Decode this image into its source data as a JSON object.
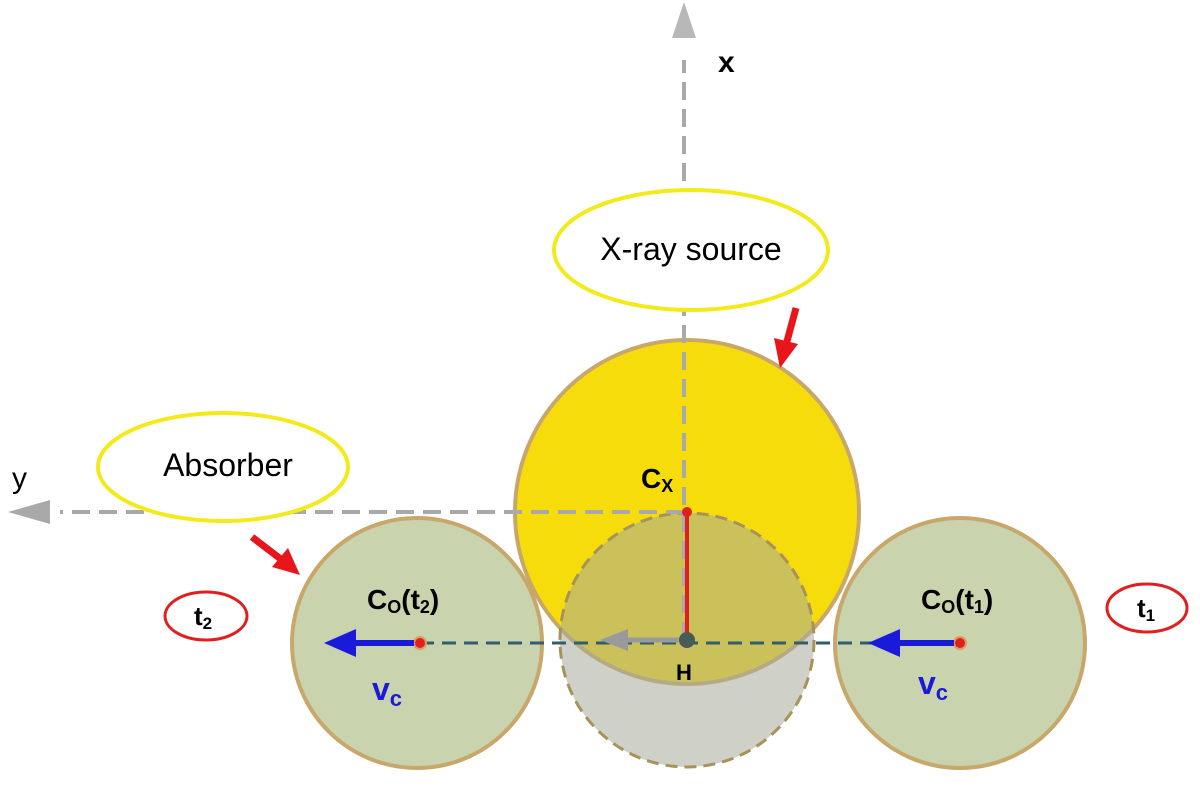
{
  "labels": {
    "x_axis": "x",
    "y_axis": "y",
    "xray_source": "X-ray source",
    "absorber": "Absorber",
    "cx_main": "C",
    "cx_sub": "X",
    "co_main": "C",
    "co_sub": "O",
    "t_main": "t",
    "t1_sub": "1",
    "t2_sub": "2",
    "h_point": "H",
    "vc_main": "v",
    "vc_sub": "c",
    "paren_open": "(",
    "paren_close": ")"
  },
  "colors": {
    "source_fill": "#f7dc0c",
    "source_stroke": "#c8a86a",
    "absorber_fill": "#c9d3ad",
    "absorber_stroke": "#c8a86a",
    "axis_gray": "#a9a9a9",
    "path_teal": "#2f5f6f",
    "arrow_red": "#e8161b",
    "velocity_blue": "#1a1adb",
    "callout_yellow": "#f2ea1a",
    "time_oval_red": "#e02020",
    "radius_red": "#e02020"
  }
}
